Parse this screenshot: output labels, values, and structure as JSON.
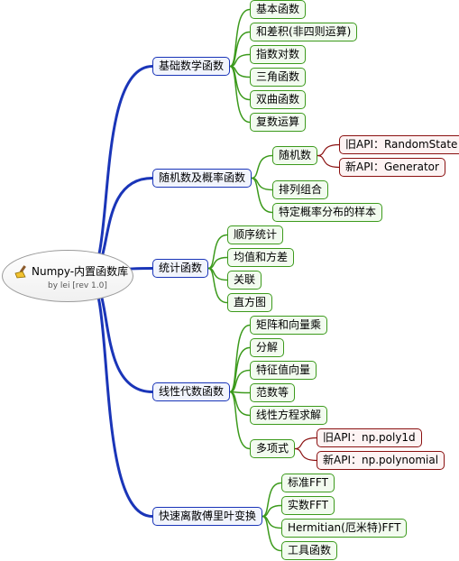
{
  "root": {
    "title": "Numpy-内置函数库",
    "subtitle": "by lei [rev 1.0]",
    "icon": "broom-icon"
  },
  "branches": [
    {
      "label": "基础数学函数",
      "children": [
        {
          "label": "基本函数"
        },
        {
          "label": "和差积(非四则运算)"
        },
        {
          "label": "指数对数"
        },
        {
          "label": "三角函数"
        },
        {
          "label": "双曲函数"
        },
        {
          "label": "复数运算"
        }
      ]
    },
    {
      "label": "随机数及概率函数",
      "children": [
        {
          "label": "随机数",
          "children": [
            {
              "label": "旧API：RandomState"
            },
            {
              "label": "新API：Generator"
            }
          ]
        },
        {
          "label": "排列组合"
        },
        {
          "label": "特定概率分布的样本"
        }
      ]
    },
    {
      "label": "统计函数",
      "children": [
        {
          "label": "顺序统计"
        },
        {
          "label": "均值和方差"
        },
        {
          "label": "关联"
        },
        {
          "label": "直方图"
        }
      ]
    },
    {
      "label": "线性代数函数",
      "children": [
        {
          "label": "矩阵和向量乘"
        },
        {
          "label": "分解"
        },
        {
          "label": "特征值向量"
        },
        {
          "label": "范数等"
        },
        {
          "label": "线性方程求解"
        },
        {
          "label": "多项式",
          "children": [
            {
              "label": "旧API：np.poly1d"
            },
            {
              "label": "新API：np.polynomial"
            }
          ]
        }
      ]
    },
    {
      "label": "快速离散傅里叶变换",
      "children": [
        {
          "label": "标准FFT"
        },
        {
          "label": "实数FFT"
        },
        {
          "label": "Hermitian(厄米特)FFT"
        },
        {
          "label": "工具函数"
        }
      ]
    }
  ],
  "colors": {
    "level1": "#1a35b8",
    "level2": "#3c9a1c",
    "level3": "#8a1010"
  }
}
